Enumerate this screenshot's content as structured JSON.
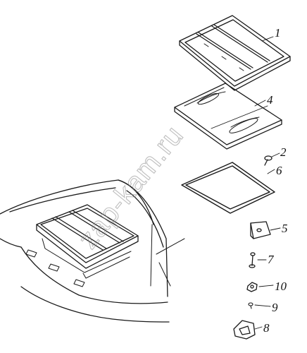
{
  "watermark": "zap-kam.ru",
  "callouts": {
    "c1": "1",
    "c2": "2",
    "c4": "4",
    "c5": "5",
    "c6": "6",
    "c7": "7",
    "c8": "8",
    "c9": "9",
    "c10": "10"
  }
}
